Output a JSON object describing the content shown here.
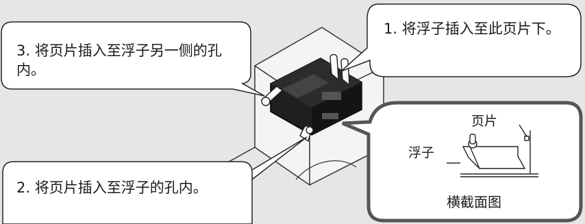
{
  "callouts": {
    "step1": "1. 将浮子插入至此页片下。",
    "step2": "2. 将页片插入至浮子的孔内。",
    "step3": "3. 将页片插入至浮子另一侧的孔内。"
  },
  "cross_section": {
    "page_label": "页片",
    "float_label": "浮子",
    "caption": "横截面图"
  }
}
